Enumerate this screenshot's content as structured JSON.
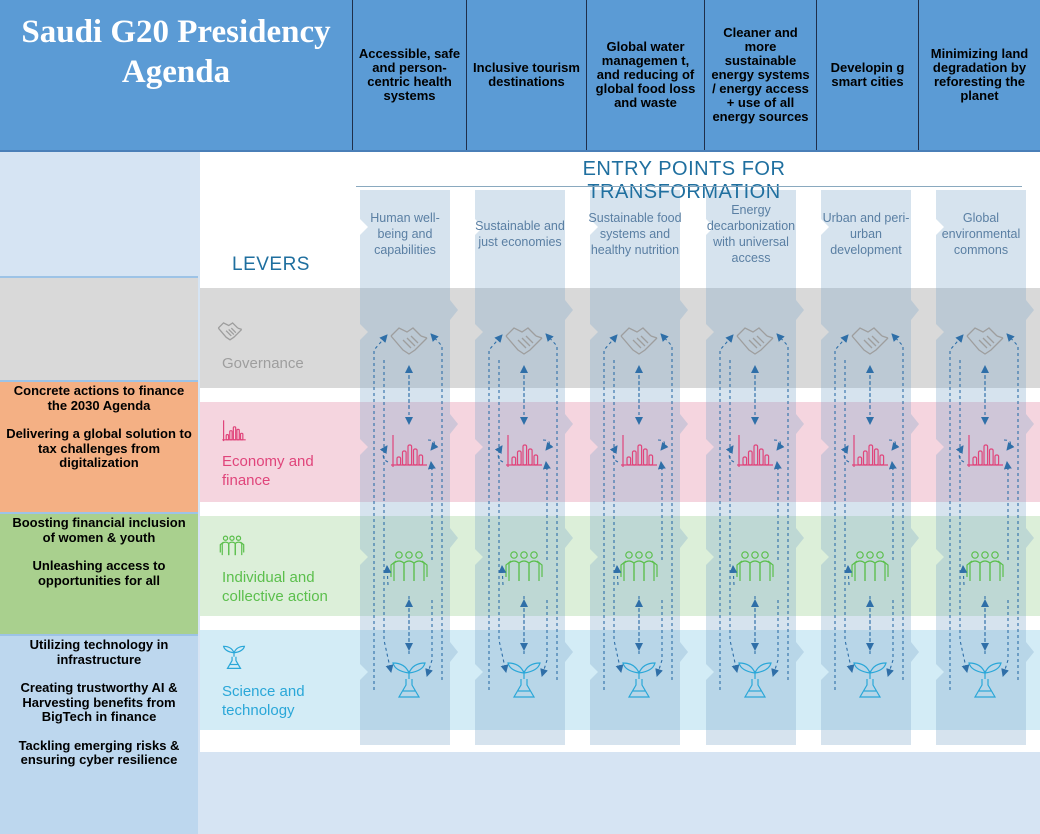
{
  "header": {
    "title": "Saudi G20 Presidency Agenda",
    "columns": [
      "Accessible, safe and person-centric health systems",
      "Inclusive tourism destinations",
      "Global water managemen t, and reducing of global food loss and waste",
      "Cleaner and more sustainable energy systems / energy access + use of all energy sources",
      "Developin g smart cities",
      "Minimizing land degradation by reforesting the planet"
    ]
  },
  "left_column": {
    "blocks": [
      {
        "id": "gray",
        "items": []
      },
      {
        "id": "orange",
        "items": [
          "Concrete actions to finance the 2030 Agenda",
          "Delivering a global solution to tax challenges from digitalization"
        ]
      },
      {
        "id": "green",
        "items": [
          "Boosting financial inclusion of women & youth",
          "Unleashing access to opportunities for all"
        ]
      },
      {
        "id": "blue",
        "items": [
          "Utilizing technology in infrastructure",
          "Creating trustworthy AI & Harvesting benefits from BigTech in finance",
          "Tackling emerging risks & ensuring cyber resilience"
        ]
      }
    ]
  },
  "diagram": {
    "entry_title": "ENTRY POINTS FOR TRANSFORMATION",
    "levers_title": "LEVERS",
    "entry_points": [
      "Human well-being and capabilities",
      "Sustainable and just economies",
      "Sustainable food systems and healthy nutrition",
      "Energy decarbonization with universal access",
      "Urban and peri-urban development",
      "Global environmental commons"
    ],
    "levers": [
      {
        "label": "Governance",
        "icon": "handshake-icon"
      },
      {
        "label": "Economy and finance",
        "icon": "bar-chart-icon"
      },
      {
        "label": "Individual and collective action",
        "icon": "people-icon"
      },
      {
        "label": "Science and technology",
        "icon": "flask-plant-icon"
      }
    ]
  },
  "colors": {
    "header_bg": "#5b9bd5",
    "governance": "#9e9e9e",
    "economy": "#e0457b",
    "individual": "#5bbf4c",
    "science": "#2aa7d8",
    "arrows": "#2f6fa8",
    "orange_block": "#f4b084",
    "green_block": "#a9d08e",
    "blue_block": "#bdd7ee"
  }
}
